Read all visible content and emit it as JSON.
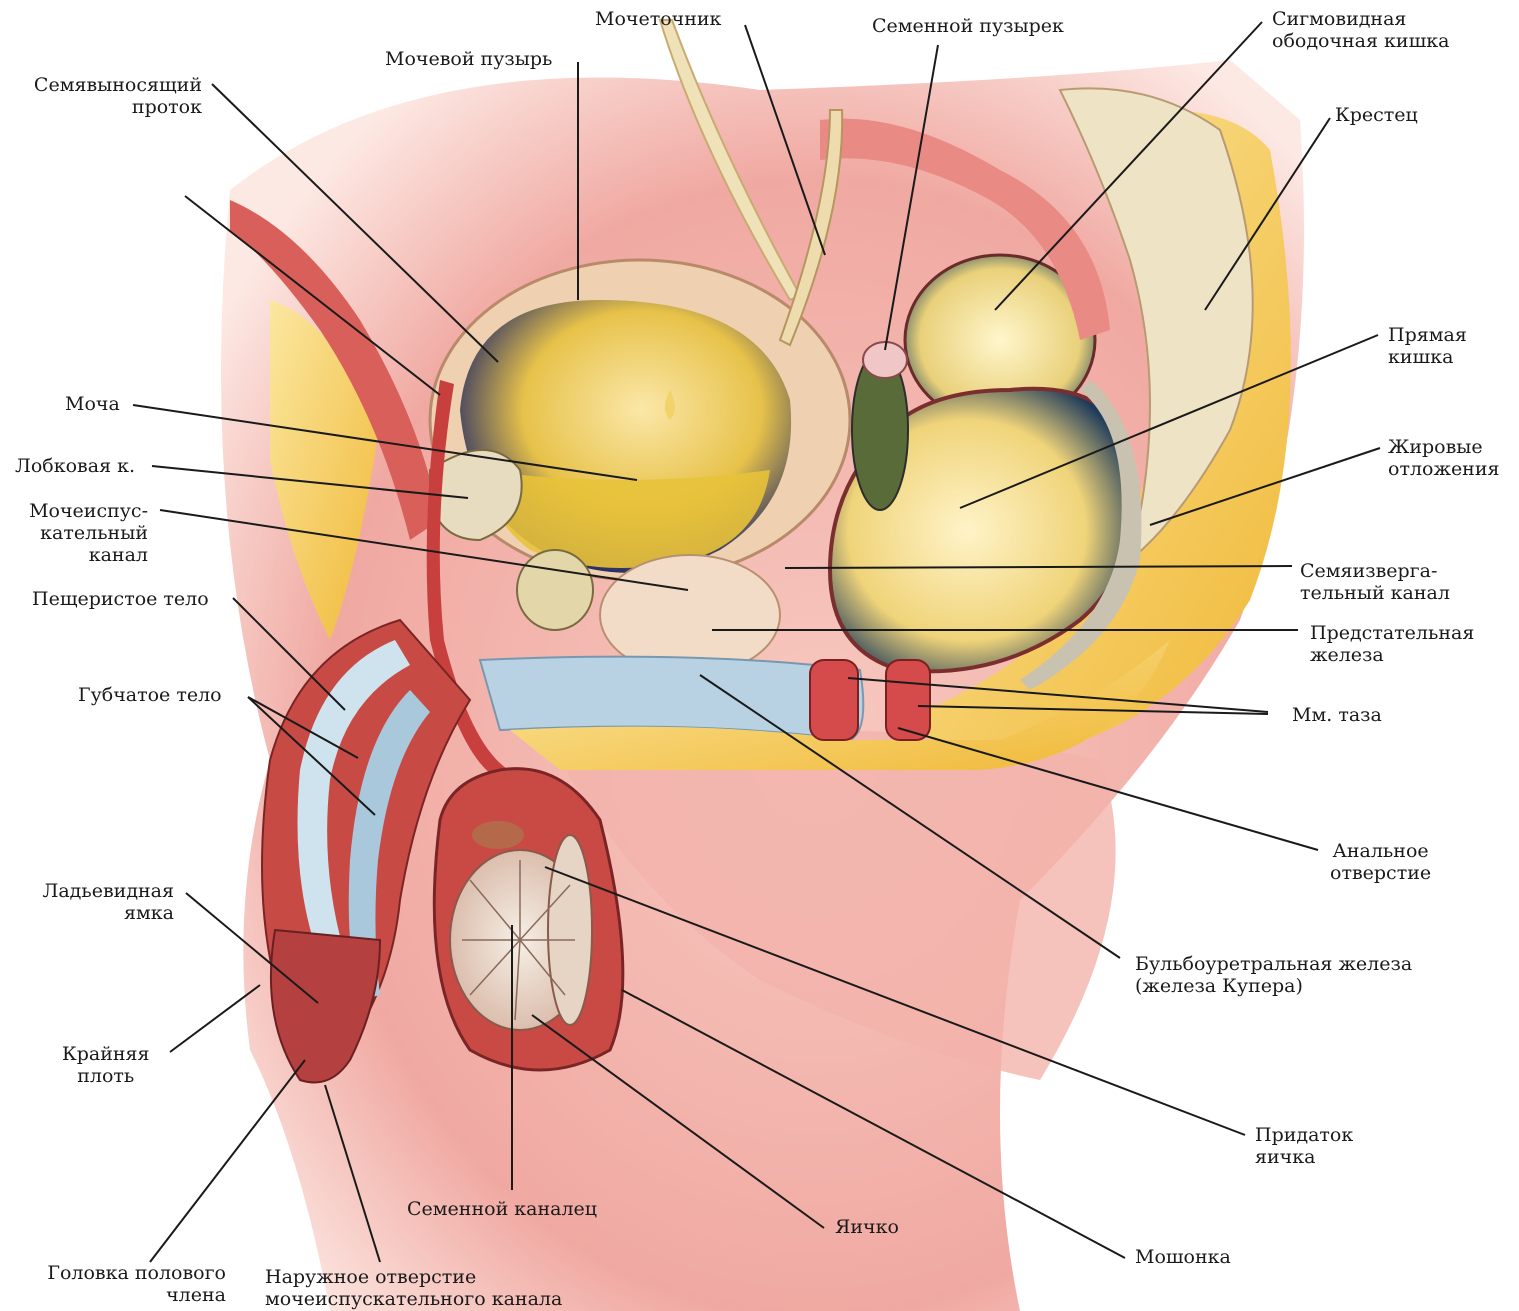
{
  "labels": {
    "urethra_ureter": "Мочеточник",
    "seminal_vesicle": "Семенной пузырек",
    "sigmoid": [
      "Сигмовидная",
      "ободочная кишка"
    ],
    "bladder": "Мочевой пузырь",
    "vas_deferens": [
      "Семявыносящий",
      "проток"
    ],
    "sacrum": "Крестец",
    "rectum": [
      "Прямая",
      "кишка"
    ],
    "urine": "Моча",
    "fat": [
      "Жировые",
      "отложения"
    ],
    "pubic_bone": "Лобковая к.",
    "urethra": [
      "Мочеиспус-",
      "кательный",
      "канал"
    ],
    "ejaculatory_duct": [
      "Семяизверга-",
      "тельный канал"
    ],
    "corpus_cavernosum": "Пещеристое тело",
    "prostate": [
      "Предстательная",
      "железа"
    ],
    "corpus_spongiosum": "Губчатое тело",
    "pelvic_muscles": "Мм. таза",
    "anus": [
      "Анальное",
      "отверстие"
    ],
    "navicular_fossa": [
      "Ладьевидная",
      "ямка"
    ],
    "bulbourethral": [
      "Бульбоуретральная железа",
      "(железа Купера)"
    ],
    "foreskin": [
      "Крайняя",
      "плоть"
    ],
    "epididymis": [
      "Придаток",
      "яичка"
    ],
    "seminiferous_tubule": "Семенной каналец",
    "testis": "Яичко",
    "scrotum": "Мошонка",
    "glans": [
      "Головка полового",
      "члена"
    ],
    "external_orifice": [
      "Наружное отверстие",
      "мочеиспускательного канала"
    ]
  },
  "colors": {
    "skin": "#f2b9b1",
    "muscle": "#c94a4a",
    "fat": "#f3c44a",
    "bone": "#e8dcc0",
    "mucosa": "#1f2a5c",
    "urine": "#e8c23a",
    "spongy": "#bcd6e6",
    "line": "#1a1a1a"
  }
}
